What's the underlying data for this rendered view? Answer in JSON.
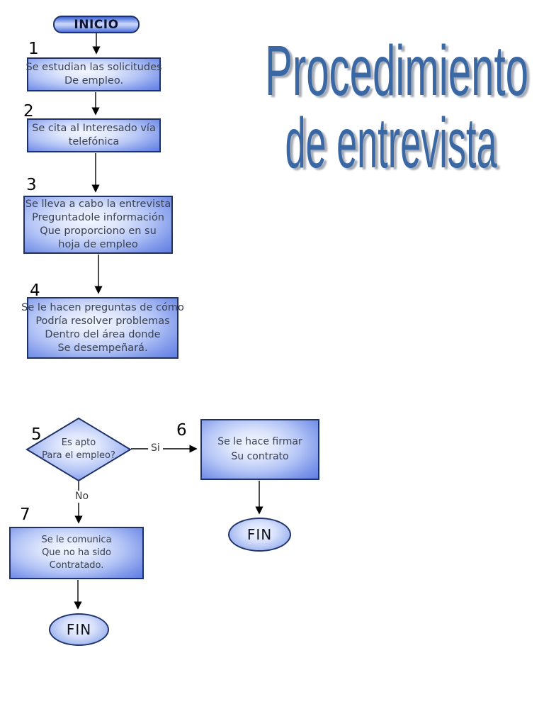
{
  "title": {
    "line1": "Procedimiento",
    "line2": "de entrevista"
  },
  "flow": {
    "start_label": "INICIO",
    "end_label": "FIN",
    "yes_label": "Si",
    "no_label": "No",
    "steps": [
      {
        "num": "1",
        "type": "process",
        "lines": [
          "Se estudian las solicitudes",
          "De empleo."
        ]
      },
      {
        "num": "2",
        "type": "process",
        "lines": [
          "Se cita al Interesado vía",
          "telefónica"
        ]
      },
      {
        "num": "3",
        "type": "process",
        "lines": [
          "Se lleva a cabo la entrevista",
          "Preguntadole información",
          "Que proporciono en su",
          "hoja de empleo"
        ]
      },
      {
        "num": "4",
        "type": "process",
        "lines": [
          "Se le hacen preguntas de cómo",
          "Podría resolver problemas",
          "Dentro del área donde",
          "Se desempeñará."
        ]
      },
      {
        "num": "5",
        "type": "decision",
        "lines": [
          "Es apto",
          "Para el empleo?"
        ]
      },
      {
        "num": "6",
        "type": "process",
        "lines": [
          "Se le hace firmar",
          "Su contrato"
        ]
      },
      {
        "num": "7",
        "type": "process",
        "lines": [
          "Se le comunica",
          "Que no ha sido",
          "Contratado."
        ]
      }
    ]
  },
  "colors": {
    "title_blue": "#3a68a4",
    "shape_border": "#1e3266",
    "shape_edge_blue": "#6180e4",
    "shape_center_light": "#f4f7ff",
    "text_dark": "#3a4150",
    "connector_black": "#000000"
  }
}
